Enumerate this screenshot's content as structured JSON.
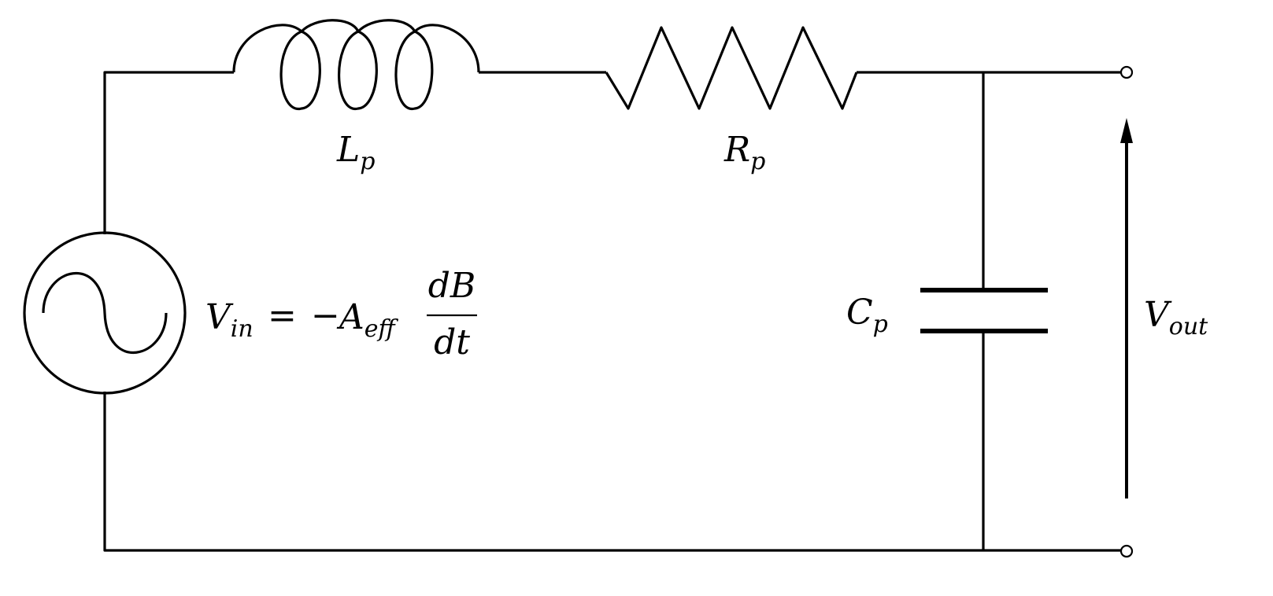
{
  "diagram": {
    "inductor": {
      "symbol": "L",
      "subscript": "p"
    },
    "resistor": {
      "symbol": "R",
      "subscript": "p"
    },
    "capacitor": {
      "symbol": "C",
      "subscript": "p"
    },
    "source": {
      "lhs_symbol": "V",
      "lhs_subscript": "in",
      "equals": "=",
      "minus": "−",
      "coef_symbol": "A",
      "coef_subscript": "eff",
      "numerator": "dB",
      "denominator": "dt"
    },
    "output": {
      "symbol": "V",
      "subscript": "out"
    }
  }
}
